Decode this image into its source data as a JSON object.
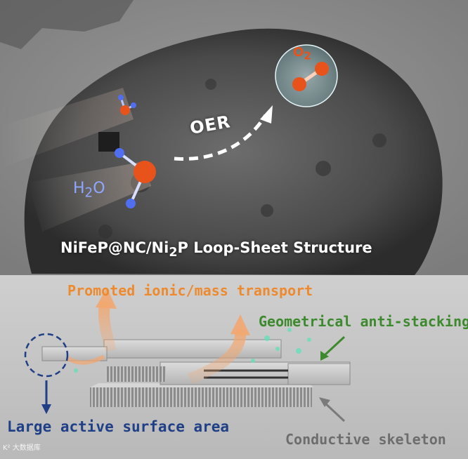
{
  "labels": {
    "reaction": "OER",
    "reactant_prefix": "H",
    "reactant_sub": "2",
    "reactant_suffix": "O",
    "product_prefix": "O",
    "product_sub": "2",
    "title_prefix": "NiFeP@NC/Ni",
    "title_sub": "2",
    "title_suffix": "P Loop-Sheet Structure",
    "promoted": "Promoted ionic/mass transport",
    "anti_stacking": "Geometrical anti-stacking",
    "surface_area": "Large active surface area",
    "skeleton": "Conductive skeleton",
    "watermark": "K² 大数据库"
  },
  "colors": {
    "oxygen_atom": "#e8531c",
    "hydrogen_atom": "#4f6ff0",
    "promoted_arrow": "#f2a770",
    "anti_stacking": "#3d8a2e",
    "surface_area": "#1f3f86",
    "skeleton": "#6d6d6d",
    "bubbles": "#5fe0b8"
  }
}
